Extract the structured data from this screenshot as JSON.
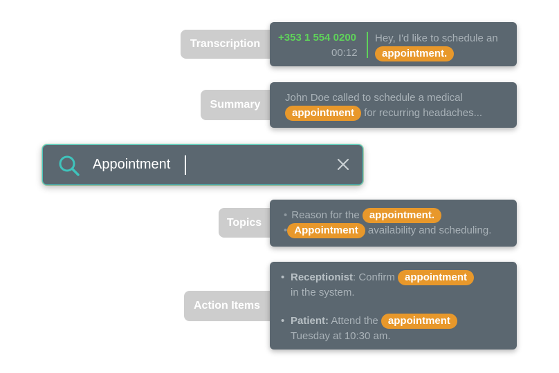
{
  "labels": {
    "transcription": "Transcription",
    "summary": "Summary",
    "topics": "Topics",
    "action_items": "Action Items"
  },
  "transcription": {
    "phone": "+353 1 554 0200",
    "time": "00:12",
    "message": "Hey, I'd like to schedule an",
    "highlight": "appointment."
  },
  "summary": {
    "pre": "John Doe called to schedule a medical",
    "highlight": "appointment",
    "post": "for recurring headaches..."
  },
  "search": {
    "query": "Appointment",
    "icons": {
      "search": "search-icon",
      "clear": "close-icon"
    }
  },
  "topics": [
    {
      "pre": "Reason for the",
      "highlight": "appointment.",
      "post": ""
    },
    {
      "pre": "",
      "highlight": "Appointment",
      "post": "availability and scheduling."
    }
  ],
  "action_items": [
    {
      "role": "Receptionist",
      "sep": ": Confirm",
      "highlight": "appointment",
      "post": "in the system."
    },
    {
      "role": "Patient:",
      "sep": "Attend the",
      "highlight": "appointment",
      "post": "Tuesday at 10:30 am."
    }
  ],
  "colors": {
    "card_bg": "#5b6770",
    "label_bg": "#cdcdcd",
    "highlight": "#e8982b",
    "phone_green": "#5fd35a",
    "search_border": "#4ac6c0"
  }
}
